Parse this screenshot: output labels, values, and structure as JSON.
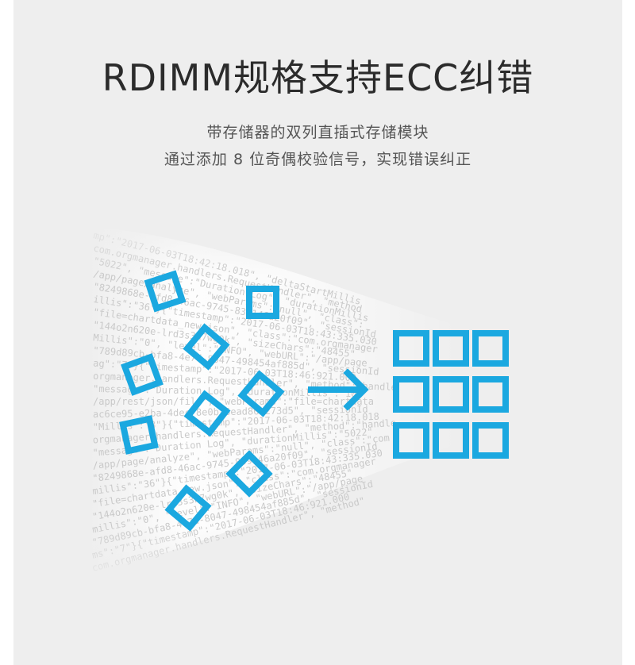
{
  "header": {
    "title": "RDIMM规格支持ECC纠错",
    "subtitle_line1": "带存储器的双列直插式存储模块",
    "subtitle_line2": "通过添加 8 位奇偶校验信号，实现错误纠正"
  },
  "diagram": {
    "accent_color": "#1ba8e0",
    "background_text_lines": [
      "mp\":\"2017-06-03T18:42:18.018\", \"deltaStartMillis",
      "com.orgmanager.handlers.RequestHandler\", \"method",
      "\"5022\", \"message\":\"Duration Log\", \"durationMillis",
      "/app/page/analyze\", \"webParams\":\"null\", \"class\":",
      "\"8249868e-afd8-46ac-9745-839146a20f09\", \"sessionId",
      "illis\":\"36\"}{\"timestamp\":\"2017-06-03T18:43:335.030",
      "\"file=chartdata_new.json\", \"class\":\"com.orgmanager",
      "\"144o2n620e-lrd3s3n7wg0k\", \"sizeChars\":\"48455\"",
      "Millis\":\"0\", \"level\":\"INFO\", \"webURL\":\"/app/page",
      "\"789d89cb-bfa8-4e7d-8047-498454af885d\", \"sessionId",
      "ag\":\"7\"}{\"timestamp\":\"2017-06-03T18:46:921.000",
      "orgmanager.handlers.RequestHandler\", \"method\":\"handle",
      "\"message\":\"Duration Log\", \"durationMillis\":\"10\"",
      "/app/rest/json/file\", \"webParams\":\"file=chartdata",
      "ac6ce95-e2ba-4dec-8e0b-6ead86e273d5\", \"sessionId",
      "\"Millis\":\"3\"}{\"timestamp\":\"2017-06-03T18:42:18.018",
      "orgmanager.handlers.RequestHandler\", \"method\":\"handle",
      "\"message\":\"Duration Log\", \"durationMillis\":\"5022\"",
      "/app/page/analyze\", \"webParams\":\"null\", \"class\":\"com",
      "\"8249868e-afd8-46ac-9745-839146a20f09\", \"sessionId",
      "millis\":\"36\"}{\"timestamp\":\"2017-06-03T18:43:335.030",
      "\"file=chartdata_new.json\", \"class\":\"com.orgmanager",
      "\"144o2n620e-lrd3s3n7wg0k\", \"sizeChars\":\"48455\"",
      "millis\":\"0\", \"level\":\"INFO\", \"webURL\":\"/app/page",
      "\"789d89cb-bfa8-4e7d-8047-498454af885d\", \"sessionId",
      "ms\":\"7\"}{\"timestamp\":\"2017-06-03T18:46:921.000",
      "com.orgmanager.handlers.RequestHandler\", \"method\""
    ]
  }
}
